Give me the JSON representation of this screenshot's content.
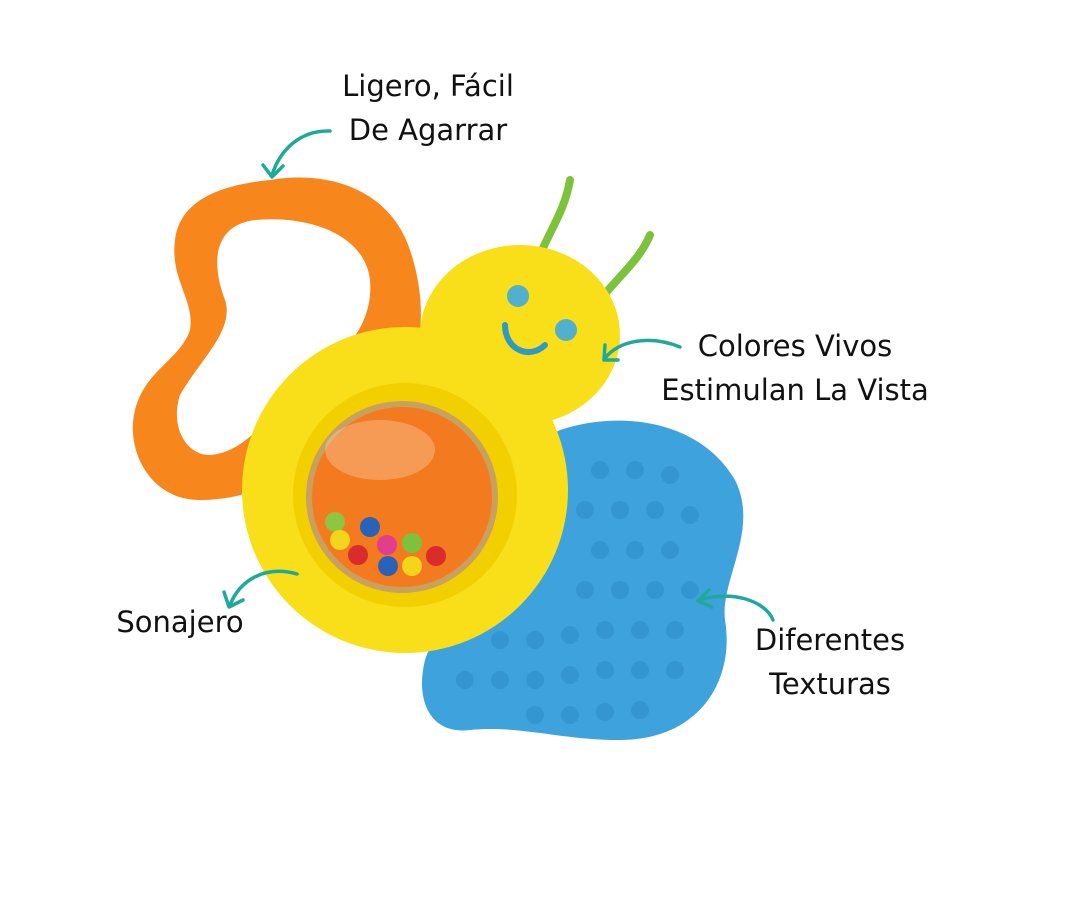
{
  "labels": {
    "grip": {
      "line1": "Ligero, Fácil",
      "line2": "De Agarrar"
    },
    "colors": {
      "line1": "Colores Vivos",
      "line2": "Estimulan La Vista"
    },
    "rattle": {
      "line1": "Sonajero"
    },
    "textures": {
      "line1": "Diferentes",
      "line2": "Texturas"
    }
  },
  "palette": {
    "arrow": "#1ea99a",
    "orange": "#f7861c",
    "yellow": "#f8e01a",
    "blue": "#3ea3dc",
    "green": "#7cc23a"
  }
}
